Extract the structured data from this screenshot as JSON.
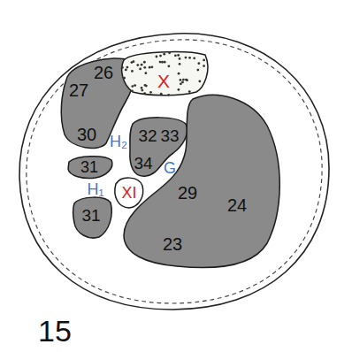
{
  "diagram": {
    "nodes": [
      {
        "text": [
          "26",
          "27",
          "30"
        ]
      },
      {
        "text": [
          "X"
        ]
      },
      {
        "text": [
          "32",
          "33",
          "34"
        ]
      },
      {
        "text": [
          "31"
        ]
      },
      {
        "text": [
          "XI"
        ]
      },
      {
        "text": [
          "31"
        ]
      },
      {
        "text": [
          "29",
          "24",
          "23"
        ]
      }
    ],
    "labels": [
      "H₂",
      "G",
      "H₁",
      "15"
    ]
  }
}
